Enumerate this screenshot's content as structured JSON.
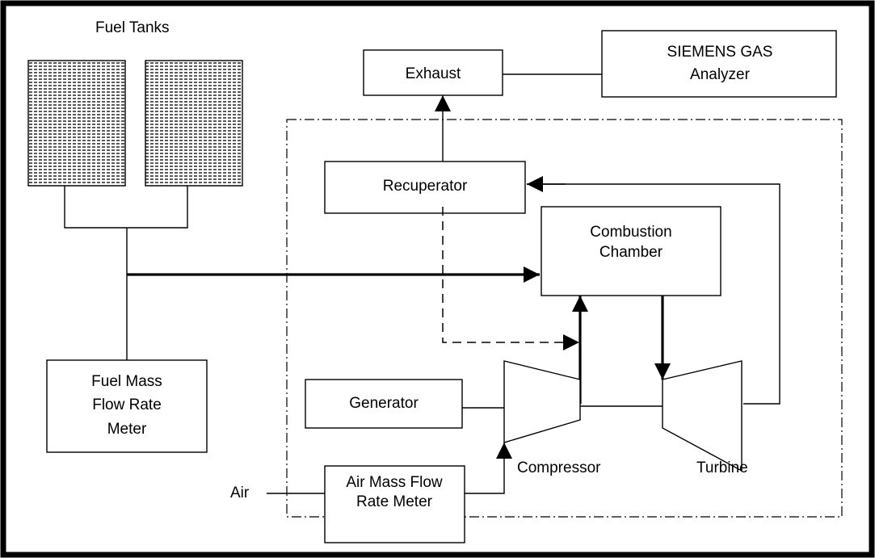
{
  "labels": {
    "fuel_tanks": "Fuel Tanks",
    "exhaust": "Exhaust",
    "gas_analyzer_line1": "SIEMENS GAS",
    "gas_analyzer_line2": "Analyzer",
    "recuperator": "Recuperator",
    "combustion_line1": "Combustion",
    "combustion_line2": "Chamber",
    "fuel_meter_line1": "Fuel Mass",
    "fuel_meter_line2": "Flow Rate",
    "fuel_meter_line3": "Meter",
    "generator": "Generator",
    "compressor": "Compressor",
    "turbine": "Turbine",
    "air": "Air",
    "air_meter_line1": "Air Mass Flow",
    "air_meter_line2": "Rate Meter"
  }
}
